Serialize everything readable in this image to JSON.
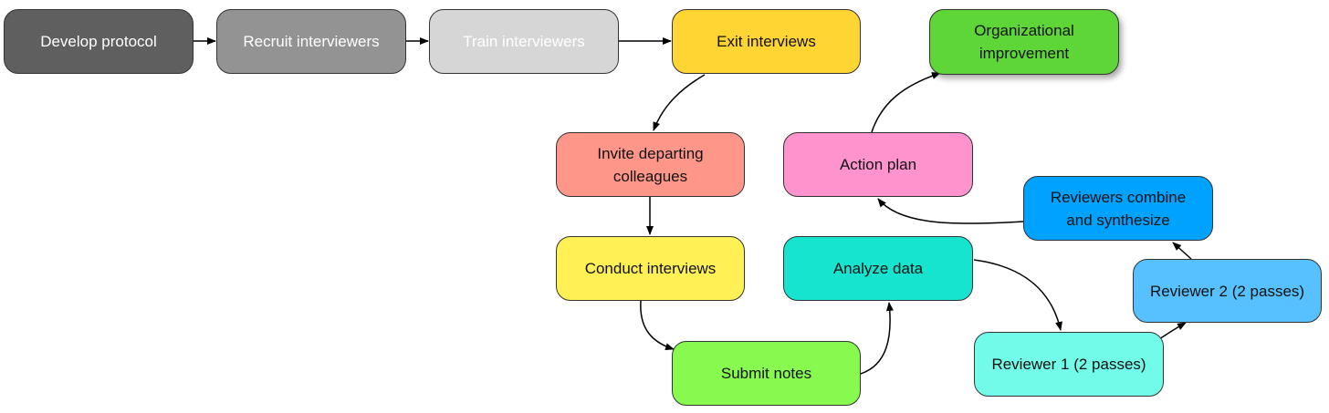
{
  "nodes": {
    "develop_protocol": {
      "lines": [
        "Develop protocol"
      ],
      "color": "#5f5f5f",
      "text_color": "#ffffff"
    },
    "recruit_interviewers": {
      "lines": [
        "Recruit interviewers"
      ],
      "color": "#939393",
      "text_color": "#ffffff"
    },
    "train_interviewers": {
      "lines": [
        "Train interviewers"
      ],
      "color": "#d6d6d6",
      "text_color": "#ffffff"
    },
    "exit_interviews": {
      "lines": [
        "Exit interviews"
      ],
      "color": "#fed533",
      "text_color": "#111111"
    },
    "organizational_improvement": {
      "lines": [
        "Organizational",
        "improvement"
      ],
      "color": "#5ed638",
      "text_color": "#111111"
    },
    "invite_departing_colleagues": {
      "lines": [
        "Invite departing",
        "colleagues"
      ],
      "color": "#fe968a",
      "text_color": "#111111"
    },
    "action_plan": {
      "lines": [
        "Action plan"
      ],
      "color": "#fe93ce",
      "text_color": "#111111"
    },
    "reviewers_combine": {
      "lines": [
        "Reviewers combine",
        "and synthesize"
      ],
      "color": "#00a2ff",
      "text_color": "#111111"
    },
    "conduct_interviews": {
      "lines": [
        "Conduct interviews"
      ],
      "color": "#fff056",
      "text_color": "#111111"
    },
    "analyze_data": {
      "lines": [
        "Analyze data"
      ],
      "color": "#17e4ce",
      "text_color": "#111111"
    },
    "reviewer_2": {
      "lines": [
        "Reviewer 2 (2 passes)"
      ],
      "color": "#56c1fe",
      "text_color": "#111111"
    },
    "reviewer_1": {
      "lines": [
        "Reviewer 1 (2 passes)"
      ],
      "color": "#73fbea",
      "text_color": "#111111"
    },
    "submit_notes": {
      "lines": [
        "Submit notes"
      ],
      "color": "#88fa4f",
      "text_color": "#111111"
    }
  },
  "edges": [
    {
      "from": "develop_protocol",
      "to": "recruit_interviewers"
    },
    {
      "from": "recruit_interviewers",
      "to": "train_interviewers"
    },
    {
      "from": "train_interviewers",
      "to": "exit_interviews"
    },
    {
      "from": "exit_interviews",
      "to": "invite_departing_colleagues"
    },
    {
      "from": "invite_departing_colleagues",
      "to": "conduct_interviews"
    },
    {
      "from": "conduct_interviews",
      "to": "submit_notes"
    },
    {
      "from": "submit_notes",
      "to": "analyze_data"
    },
    {
      "from": "analyze_data",
      "to": "reviewer_1"
    },
    {
      "from": "reviewer_1",
      "to": "reviewer_2"
    },
    {
      "from": "reviewer_2",
      "to": "reviewers_combine"
    },
    {
      "from": "reviewers_combine",
      "to": "action_plan"
    },
    {
      "from": "action_plan",
      "to": "organizational_improvement"
    }
  ],
  "colors": {
    "arrow": "#000000",
    "border": "#333333"
  }
}
